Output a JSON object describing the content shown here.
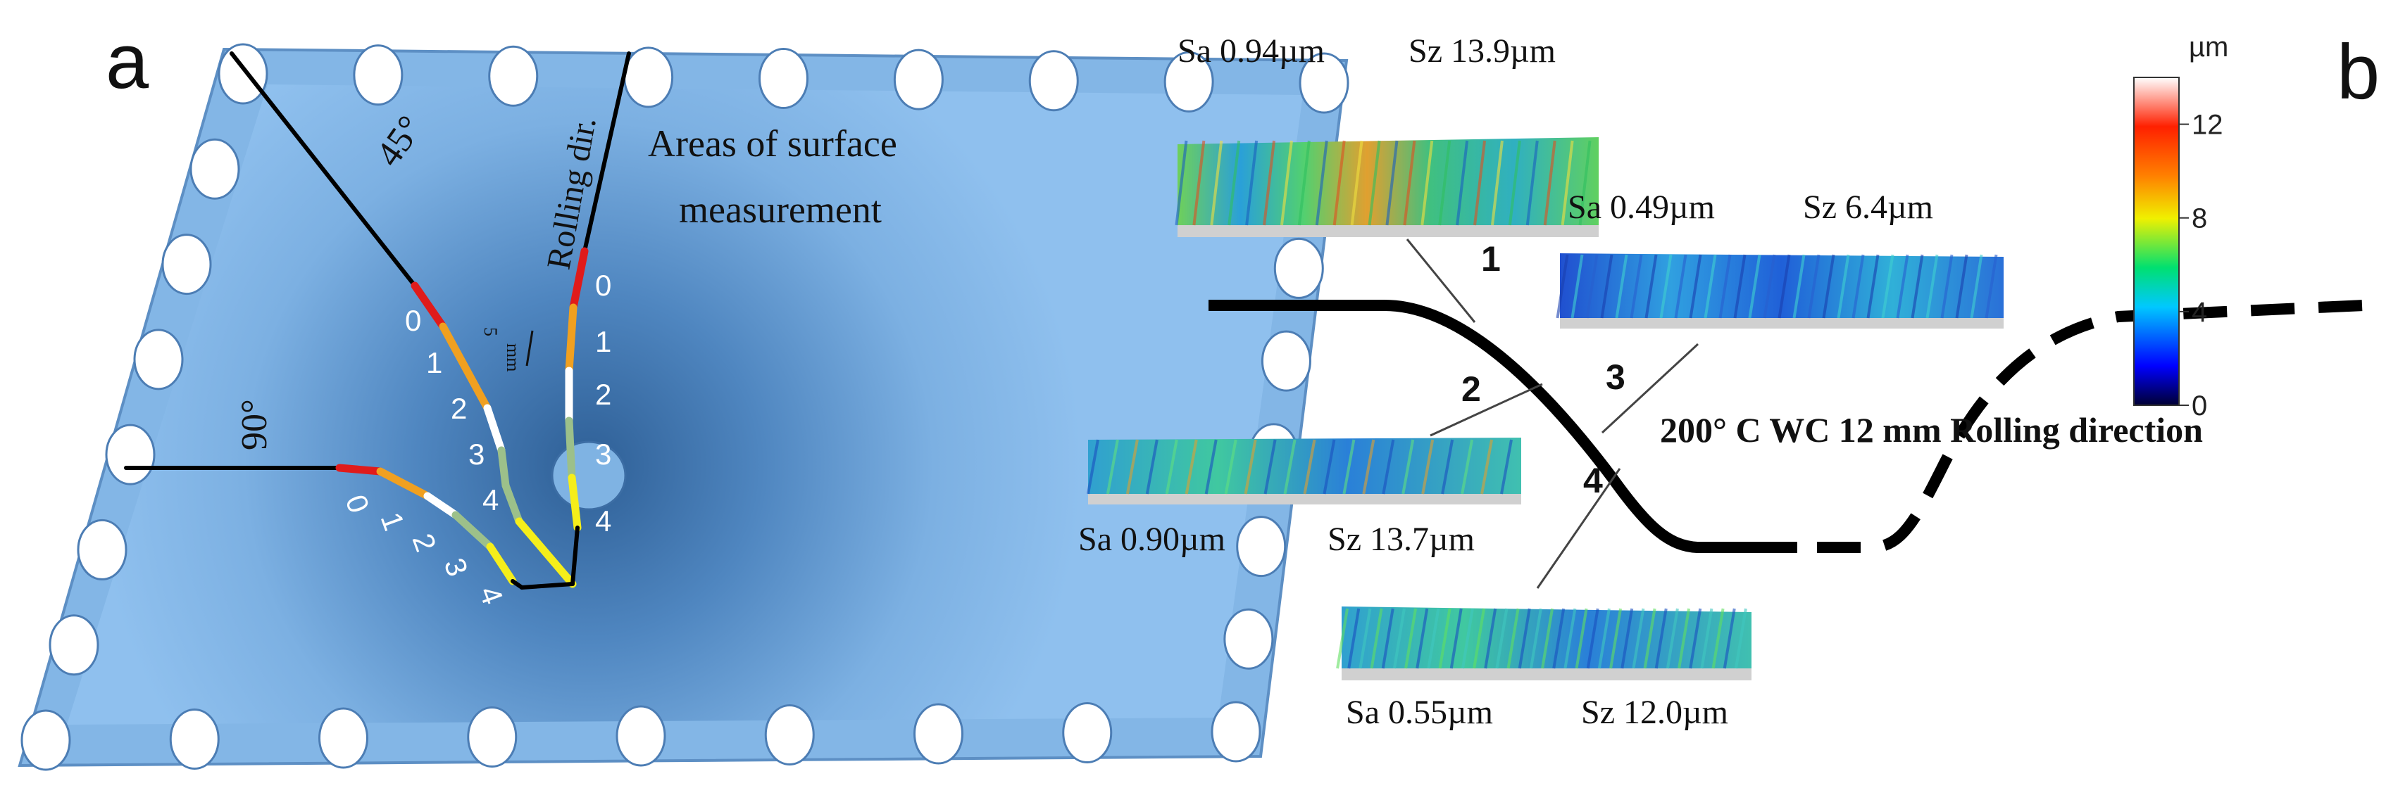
{
  "panel_a": {
    "label": "a",
    "angle_45": "45°",
    "angle_90": "90°",
    "rolling_dir": "Rolling dir.",
    "areas_line1": "Areas of surface",
    "areas_line2": "measurement",
    "scale_value": "5",
    "scale_unit": "mm",
    "segment_numbers": [
      "0",
      "1",
      "2",
      "3",
      "4"
    ],
    "segment_colors": [
      "#e01b1b",
      "#f0a020",
      "#ffffff",
      "#9cc08a",
      "#f5ee1a"
    ],
    "plate_color": "#6fa3d6"
  },
  "panel_b": {
    "label": "b",
    "profiles": [
      {
        "id": "1",
        "sa": "Sa 0.94µm",
        "sz": "Sz 13.9µm"
      },
      {
        "id": "2",
        "sa": "Sa 0.90µm",
        "sz": "Sz 13.7µm"
      },
      {
        "id": "3",
        "sa": "Sa 0.49µm",
        "sz": "Sz 6.4µm"
      },
      {
        "id": "4",
        "sa": "Sa 0.55µm",
        "sz": "Sz 12.0µm"
      }
    ],
    "condition_label": "200° C  WC 12 mm Rolling direction",
    "colorbar": {
      "unit": "µm",
      "ticks": [
        "0",
        "4",
        "8",
        "12"
      ],
      "range": [
        0,
        14
      ],
      "colors": [
        "#000033",
        "#0000ff",
        "#00c8ff",
        "#00e070",
        "#f0f000",
        "#ff8000",
        "#ff2000",
        "#ffffff"
      ]
    }
  }
}
